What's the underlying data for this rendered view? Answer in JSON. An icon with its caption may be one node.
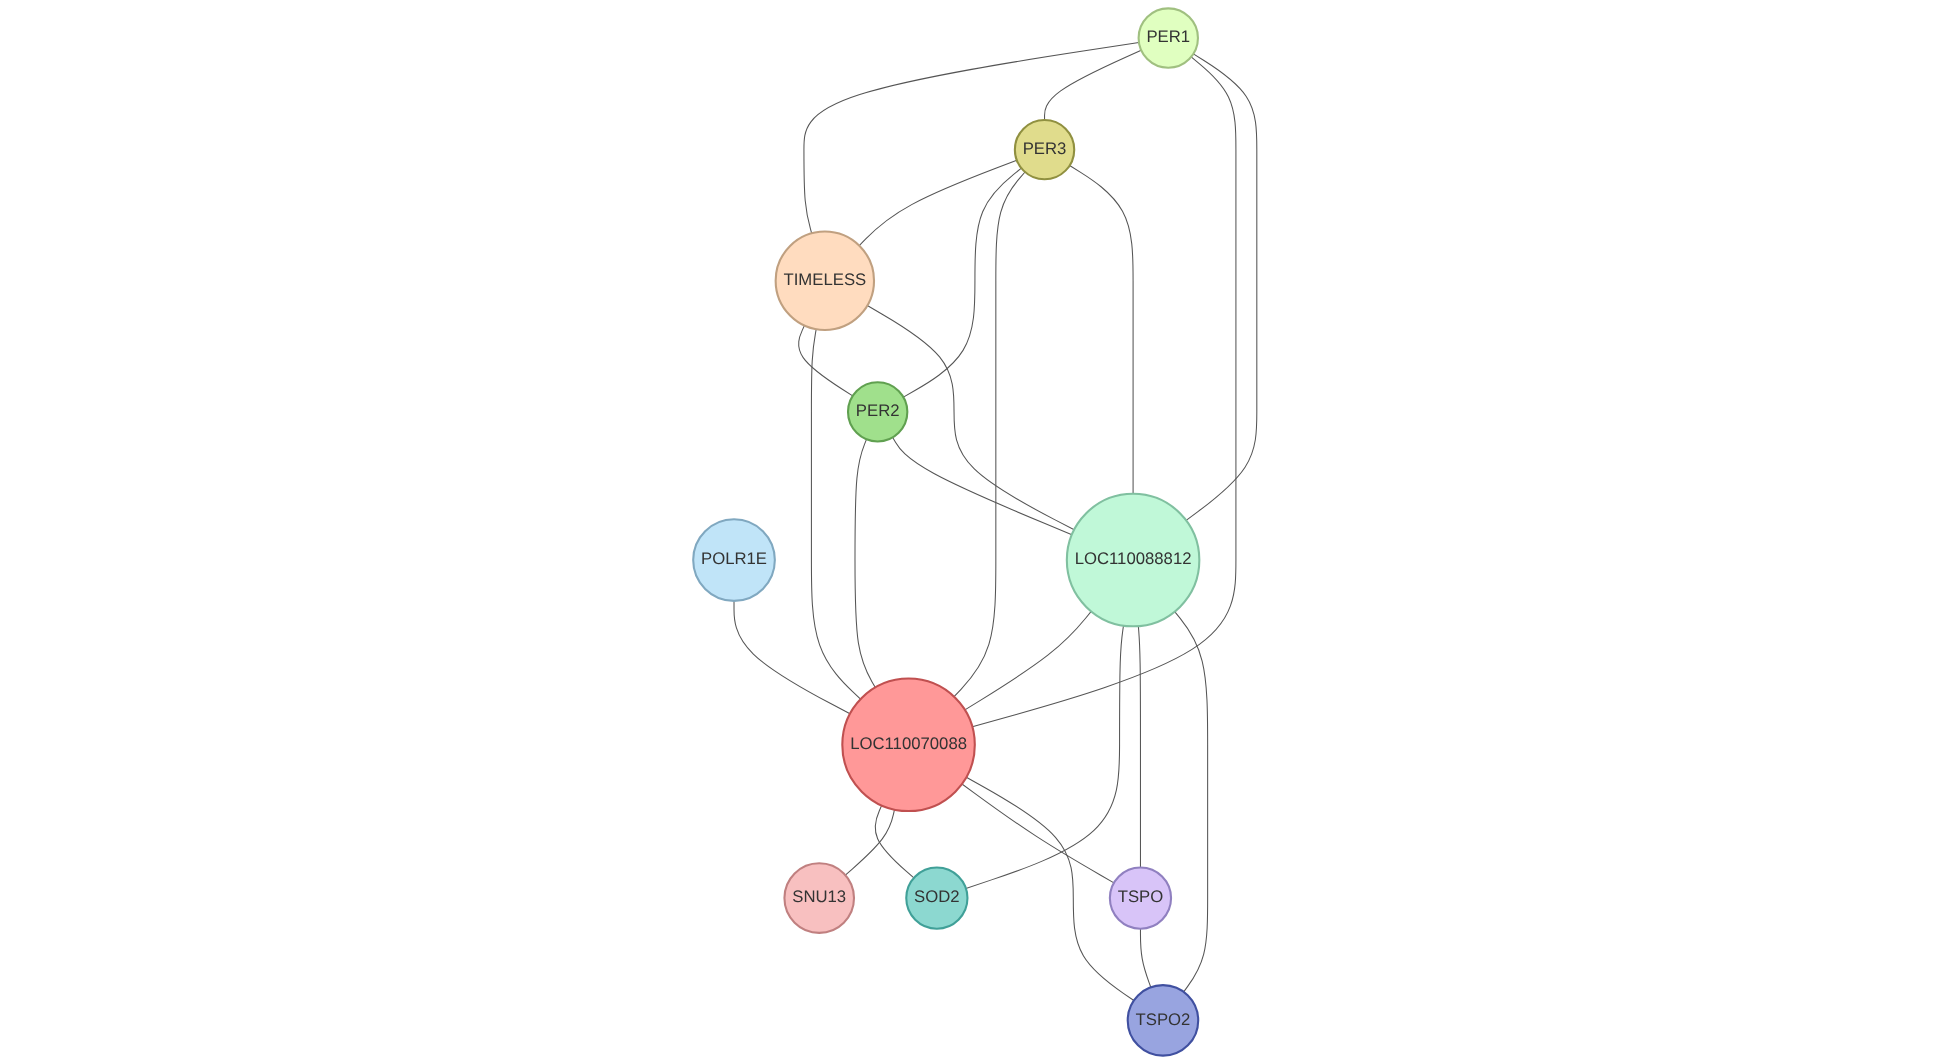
{
  "diagram": {
    "nodes": [
      {
        "text": [
          "PER1"
        ]
      },
      {
        "text": [
          "PER3"
        ]
      },
      {
        "text": [
          "TIMELESS"
        ]
      },
      {
        "text": [
          "PER2"
        ]
      },
      {
        "text": [
          "POLR1E"
        ]
      },
      {
        "text": [
          "LOC110088812"
        ]
      },
      {
        "text": [
          "LOC110070088"
        ]
      },
      {
        "text": [
          "SOD2"
        ]
      },
      {
        "text": [
          "SNU13"
        ]
      },
      {
        "text": [
          "TSPO"
        ]
      },
      {
        "text": [
          "TSPO2"
        ]
      }
    ],
    "edges": [
      {
        "from": 0,
        "to": 2,
        "arrow": "none"
      },
      {
        "from": 0,
        "to": 1,
        "arrow": "none"
      },
      {
        "from": 0,
        "to": 6,
        "arrow": "none"
      },
      {
        "from": 0,
        "to": 5,
        "arrow": "none"
      },
      {
        "from": 1,
        "to": 2,
        "arrow": "none"
      },
      {
        "from": 1,
        "to": 3,
        "arrow": "none"
      },
      {
        "from": 1,
        "to": 6,
        "arrow": "none"
      },
      {
        "from": 1,
        "to": 5,
        "arrow": "none"
      },
      {
        "from": 2,
        "to": 3,
        "arrow": "none"
      },
      {
        "from": 2,
        "to": 6,
        "arrow": "none"
      },
      {
        "from": 2,
        "to": 5,
        "arrow": "none"
      },
      {
        "from": 3,
        "to": 6,
        "arrow": "none"
      },
      {
        "from": 3,
        "to": 5,
        "arrow": "none"
      },
      {
        "from": 4,
        "to": 6,
        "arrow": "none"
      },
      {
        "from": 5,
        "to": 6,
        "arrow": "none"
      },
      {
        "from": 5,
        "to": 7,
        "arrow": "none"
      },
      {
        "from": 6,
        "to": 7,
        "arrow": "none"
      },
      {
        "from": 6,
        "to": 8,
        "arrow": "none"
      },
      {
        "from": 5,
        "to": 9,
        "arrow": "none"
      },
      {
        "from": 5,
        "to": 10,
        "arrow": "none"
      },
      {
        "from": 6,
        "to": 9,
        "arrow": "none"
      },
      {
        "from": 6,
        "to": 10,
        "arrow": "none"
      },
      {
        "from": 9,
        "to": 10,
        "arrow": "none"
      }
    ]
  }
}
